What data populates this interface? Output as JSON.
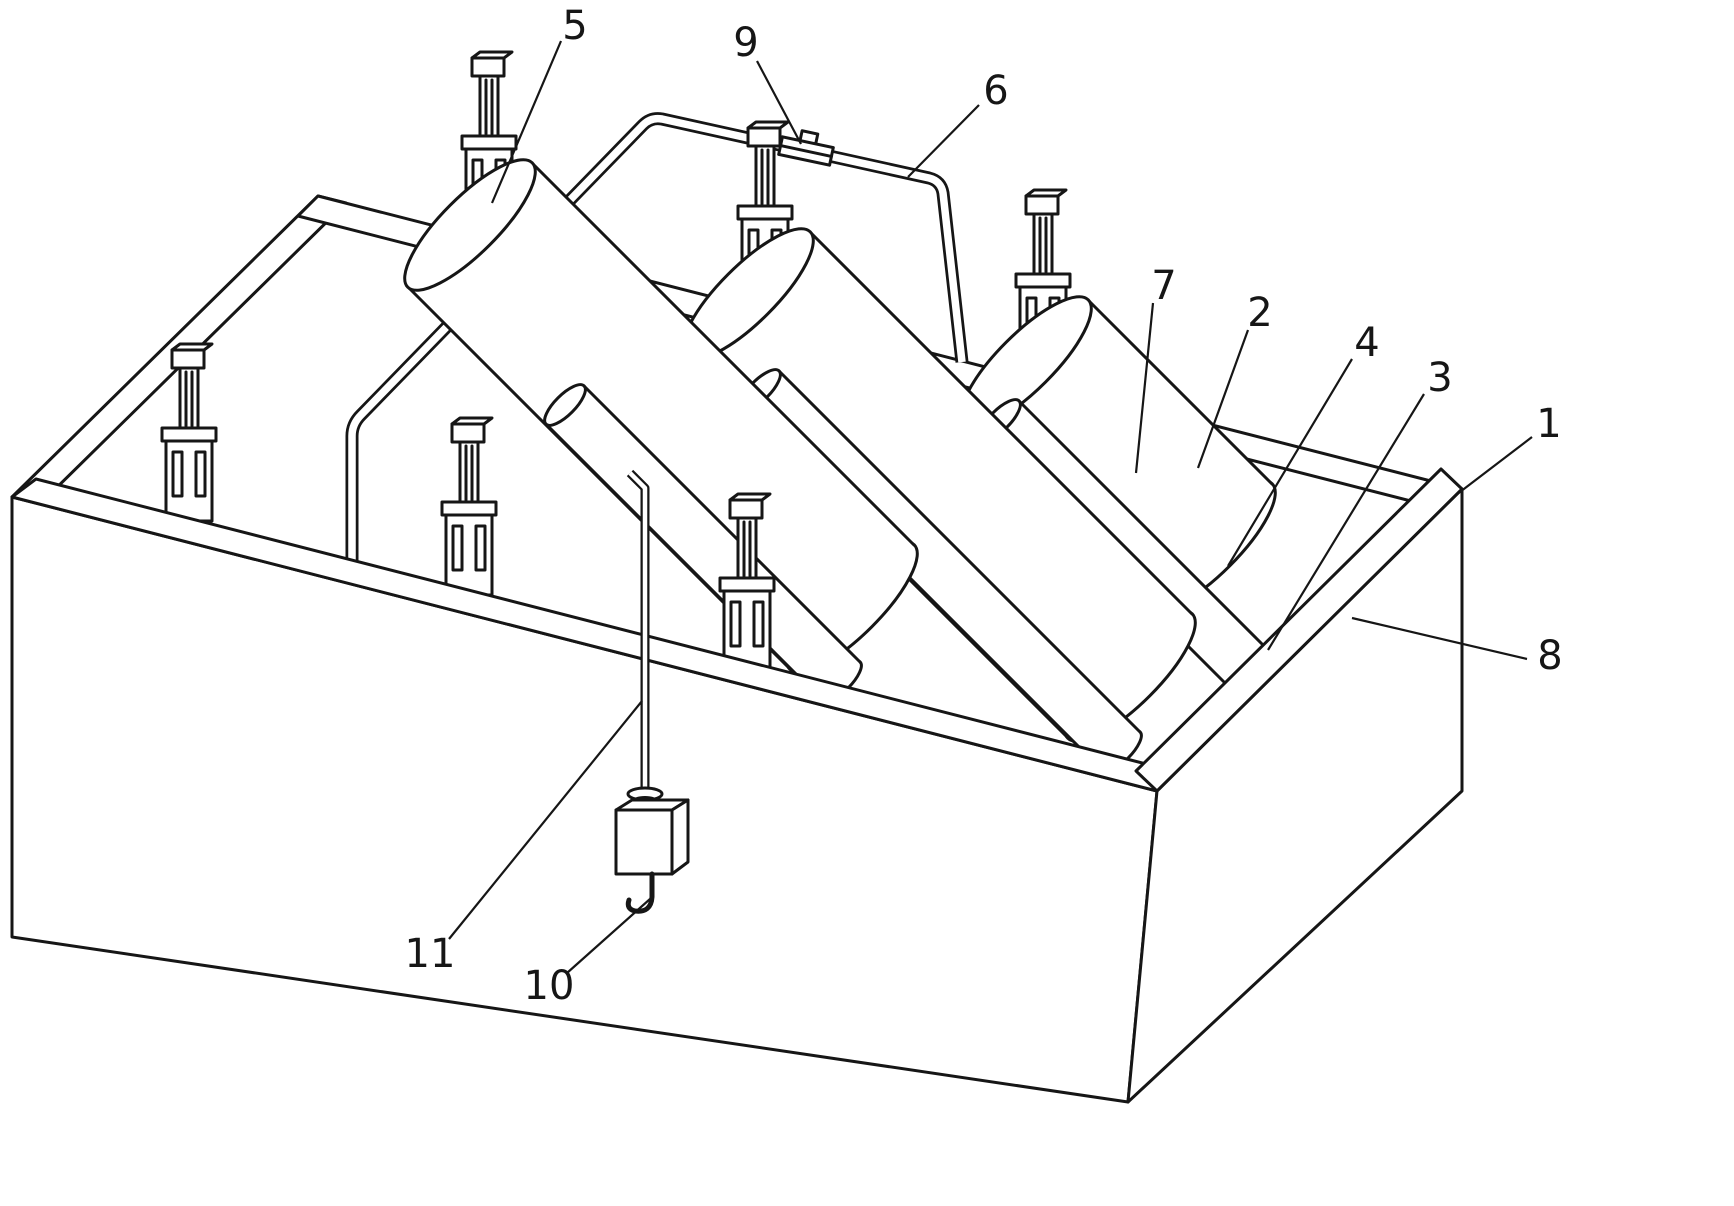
{
  "figure": {
    "background_color": "#ffffff",
    "line_color": "#161616"
  },
  "labels": [
    {
      "text": "1"
    },
    {
      "text": "2"
    },
    {
      "text": "3"
    },
    {
      "text": "4"
    },
    {
      "text": "5"
    },
    {
      "text": "6"
    },
    {
      "text": "7"
    },
    {
      "text": "8"
    },
    {
      "text": "9"
    },
    {
      "text": "10"
    },
    {
      "text": "11"
    }
  ]
}
